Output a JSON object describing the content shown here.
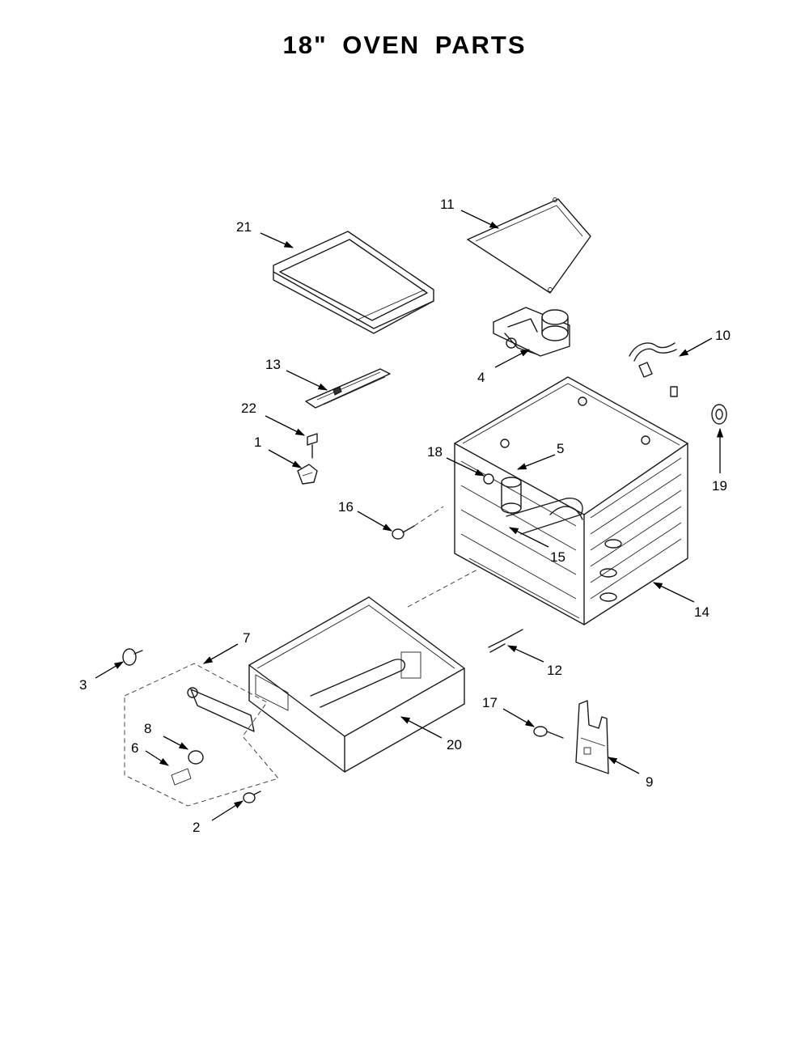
{
  "title": "18\"  OVEN  PARTS",
  "callouts": {
    "c1": "1",
    "c2": "2",
    "c3": "3",
    "c4": "4",
    "c5": "5",
    "c6": "6",
    "c7": "7",
    "c8": "8",
    "c9": "9",
    "c10": "10",
    "c11": "11",
    "c12": "12",
    "c13": "13",
    "c14": "14",
    "c15": "15",
    "c16": "16",
    "c17": "17",
    "c18": "18",
    "c19": "19",
    "c20": "20",
    "c21": "21",
    "c22": "22"
  }
}
